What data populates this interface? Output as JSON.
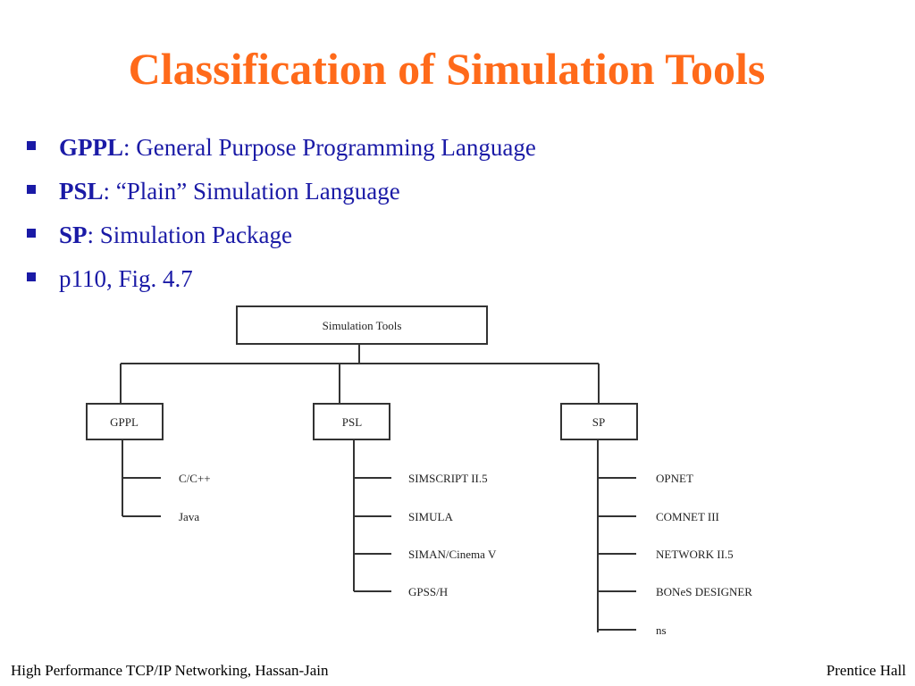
{
  "slide": {
    "title": "Classification of Simulation Tools",
    "bullets": [
      {
        "term": "GPPL",
        "text": ": General Purpose Programming Language"
      },
      {
        "term": "PSL",
        "text": ": “Plain” Simulation Language"
      },
      {
        "term": "SP",
        "text": ": Simulation Package"
      },
      {
        "term": "",
        "text": "p110, Fig. 4.7"
      }
    ]
  },
  "diagram": {
    "root": "Simulation Tools",
    "categories": [
      {
        "label": "GPPL",
        "items": [
          "C/C++",
          "Java"
        ]
      },
      {
        "label": "PSL",
        "items": [
          "SIMSCRIPT II.5",
          "SIMULA",
          "SIMAN/Cinema V",
          "GPSS/H"
        ]
      },
      {
        "label": "SP",
        "items": [
          "OPNET",
          "COMNET III",
          "NETWORK II.5",
          "BONeS DESIGNER",
          "ns"
        ]
      }
    ]
  },
  "footer": {
    "left": "High Performance TCP/IP Networking, Hassan-Jain",
    "right": "Prentice Hall"
  },
  "colors": {
    "title": "#ff6a1a",
    "body_text": "#1a1aa6"
  }
}
